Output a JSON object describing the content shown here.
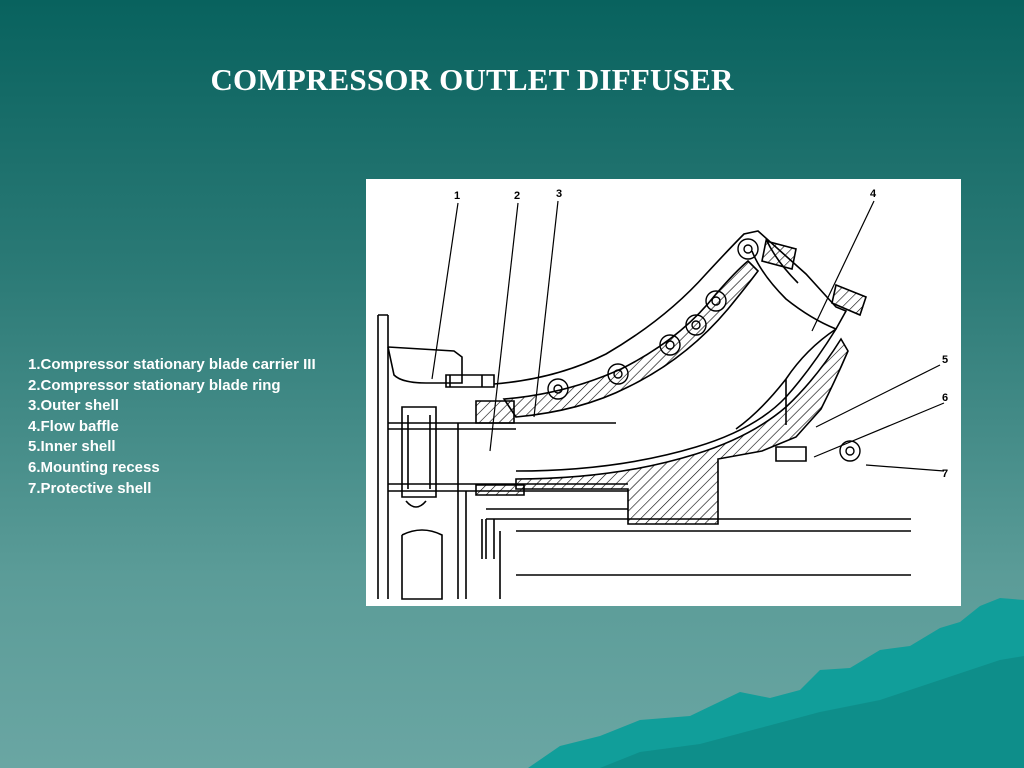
{
  "slide": {
    "title": "COMPRESSOR OUTLET DIFFUSER"
  },
  "legend": {
    "items": [
      "1.Compressor stationary blade carrier III",
      "2.Compressor stationary blade ring",
      "3.Outer shell",
      "4.Flow baffle",
      "5.Inner shell",
      "6.Mounting recess",
      "7.Protective shell"
    ]
  },
  "diagram": {
    "callouts": [
      "1",
      "2",
      "3",
      "4",
      "5",
      "6",
      "7"
    ]
  },
  "colors": {
    "background_top": "#08625e",
    "background_bottom": "#6aa6a3",
    "mountain": "#119e9a",
    "text": "#ffffff"
  }
}
